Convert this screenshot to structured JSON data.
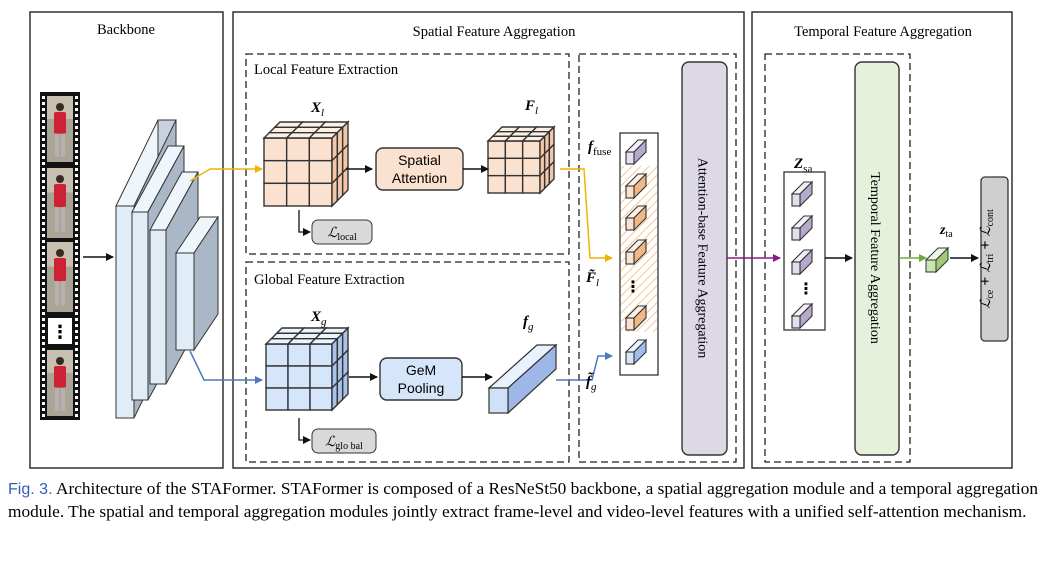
{
  "panels": {
    "backbone": "Backbone",
    "spatial": "Spatial Feature Aggregation",
    "temporal": "Temporal Feature Aggregation",
    "local": "Local Feature Extraction",
    "global": "Global Feature Extraction"
  },
  "modules": {
    "spatial_attention": [
      "Spatial",
      "Attention"
    ],
    "gem_pooling": [
      "GeM",
      "Pooling"
    ],
    "attention_base": "Attention-base Feature Aggregation",
    "temporal_aggregation": "Temporal Feature Aggregation"
  },
  "symbols": {
    "x_local": {
      "base": "X",
      "sub": "l"
    },
    "f_local": {
      "base": "F",
      "sub": "l"
    },
    "x_global": {
      "base": "X",
      "sub": "g"
    },
    "f_global": {
      "base": "f",
      "sub": "g"
    },
    "f_fuse": {
      "base": "f",
      "sub": "fuse"
    },
    "f_tilde_local": {
      "base": "F̃",
      "sub": "l"
    },
    "f_tilde_global": {
      "base": "f̃",
      "sub": "g"
    },
    "z_sa": {
      "base": "Z",
      "sub": "sa"
    },
    "z_ta": {
      "base": "z",
      "sub": "ta"
    }
  },
  "losses": {
    "local": {
      "base": "ℒ",
      "sub": "local"
    },
    "global": {
      "base": "ℒ",
      "sub": "glo bal"
    },
    "final": [
      {
        "base": "ℒ",
        "sub": "ce"
      },
      {
        "op": "+"
      },
      {
        "base": "ℒ",
        "sub": "tri"
      },
      {
        "op": "+"
      },
      {
        "base": "ℒ",
        "sub": "cont"
      }
    ]
  },
  "ellipsis": "⋮",
  "caption": {
    "figno": "Fig. 3.",
    "text": "Architecture of the STAFormer. STAFormer is composed of a ResNeSt50 backbone, a spatial aggregation module and a temporal aggregation module. The spatial and temporal aggregation modules jointly extract frame-level and video-level features with a unified self-attention mechanism."
  },
  "colors": {
    "local_cube": "#fbe1cf",
    "global_cube": "#d6e6fa",
    "attention_box": "#ddd8e6",
    "temporal_box": "#e6f1dc",
    "loss_box": "#cfcfcf",
    "arrow_local": "#f0b400",
    "arrow_global": "#4d78c0",
    "arrow_purple": "#8a1a8c",
    "arrow_green": "#6aaa3a",
    "film_strip": "#111111",
    "photo_shirt": "#cc2233"
  }
}
